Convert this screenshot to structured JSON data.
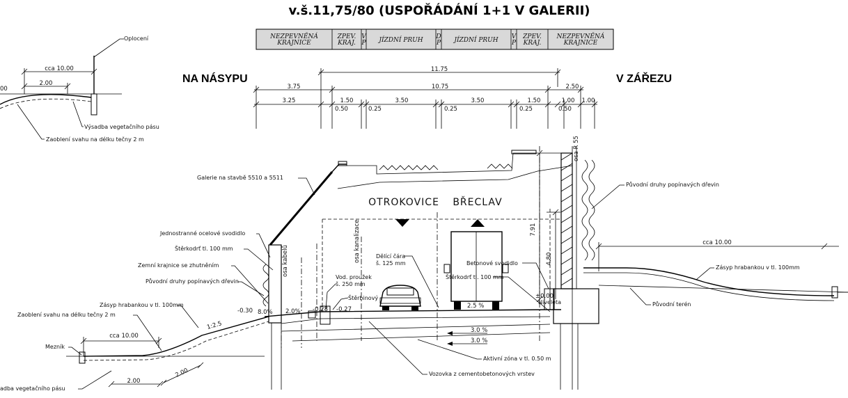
{
  "title": "v.š.11,75/80 (USPOŘÁDÁNÍ 1+1 V GALERII)",
  "side_labels": {
    "left": "NA NÁSYPU",
    "right": "V ZÁŘEZU"
  },
  "header_table": [
    [
      "NEZPEVNĚNÁ",
      "KRAJNICE"
    ],
    [
      "ZPEV.",
      "KRAJ."
    ],
    [
      "V",
      "P"
    ],
    [
      "JÍZDNÍ PRUH"
    ],
    [
      "D",
      "P"
    ],
    [
      "JÍZDNÍ PRUH"
    ],
    [
      "V",
      "P"
    ],
    [
      "ZPEV.",
      "KRAJ."
    ],
    [
      "NEZPEVNĚNÁ",
      "KRAJNICE"
    ]
  ],
  "dimensions": {
    "total_11_75": "11.75",
    "d_3_75": "3.75",
    "d_10_75": "10.75",
    "d_2_50": "2.50",
    "d_3_25": "3.25",
    "d_1_50a": "1.50",
    "d_3_50a": "3.50",
    "d_3_50b": "3.50",
    "d_1_50b": "1.50",
    "d_1_00a": "1.00",
    "d_1_00b": "1.00",
    "d_0_50a": "0.50",
    "d_0_25a": "0.25",
    "d_0_25b": "0.25",
    "d_0_25c": "0.25",
    "d_0_50b": "0.50",
    "cca_top_left": "cca 10.00",
    "d_2_00_top": "2.00",
    "d_00_cut": "00",
    "cca_right": "cca 10.00",
    "cca_bottom_left": "cca 10.00",
    "d_2_00_bottom_a": "2.00",
    "d_2_00_bottom_b": "2.00",
    "h_7_91": "7.91",
    "h_4_80": "4.80",
    "zero_level": "±0.00",
    "niveleta": "Niveleta",
    "slope_left": "8.0%",
    "slope_2_0": "2.0%",
    "slope_2_5": "2.5 %",
    "slope_3_0a": "3.0 %",
    "slope_3_0b": "3.0 %",
    "slope_1_2_5": "1:2.5",
    "level_minus_030": "-0.30",
    "level_minus_028": "-0.28",
    "level_minus_027": "-0.27",
    "osa_r55": "osa R 55"
  },
  "directions": {
    "left": "OTROKOVICE",
    "right": "BŘECLAV"
  },
  "labels": {
    "oploceni": "Oplocení",
    "vysadba_top": "Výsadba vegetačního pásu",
    "zaobleni_top": "Zaoblení svahu na délku tečny 2 m",
    "galerie": "Galerie na stavbě 5510 a 5511",
    "svodidlo_ocel": "Jednostranné ocelové svodidlo",
    "sterkodrt_left": "Štěrkodrť tl. 100 mm",
    "zemni_krajnice": "Zemní krajnice se zhutněním",
    "puvodni_dreviny_left": "Původní druhy popínavých dřevin",
    "zasyp_left": "Zásyp hrabankou v tl. 100mm",
    "zaobleni_bottom": "Zaoblení svahu na délku tečny 2 m",
    "meznik": "Mezník",
    "vysadba_bottom": "adba vegetačního pásu",
    "osa_kabelu": "osa kabelů",
    "osa_kanalizace": "osa kanalizace",
    "delici_cara_1": "Dělící čára",
    "delici_cara_2": "š. 125 mm",
    "vod_prouzek_1": "Vod. proužek",
    "vod_prouzek_2": "š. 250 mm",
    "sterbinovy": "Štěrbinový",
    "betonove_svodidlo": "Betonové svodidlo",
    "sterkodrt_right": "Štěrkodrť tl. 100 mm",
    "puvodni_dreviny_right": "Původní druhy popínavých dřevin",
    "zasyp_right": "Zásyp hrabankou v tl. 100mm",
    "puvodni_teren": "Původní terén",
    "aktivni_zona": "Aktivní zóna v tl. 0.50 m",
    "vozovka": "Vozovka z cementobetonových vrstev"
  }
}
